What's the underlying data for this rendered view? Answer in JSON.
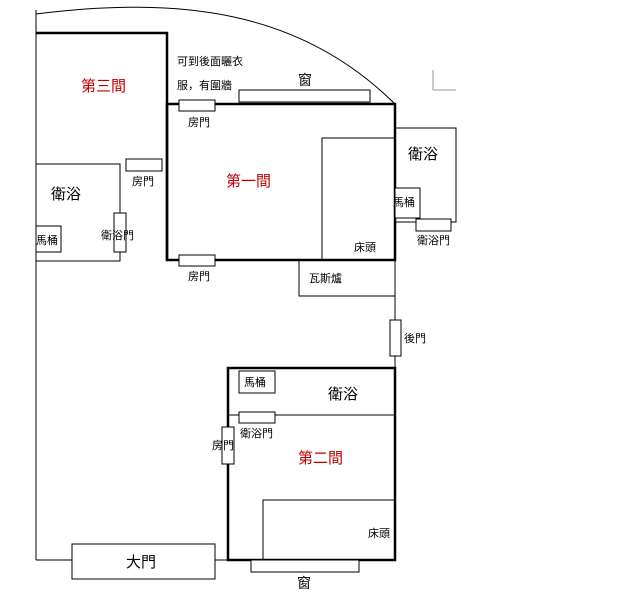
{
  "rooms": {
    "room_one": "第一間",
    "room_two": "第二間",
    "room_three": "第三間"
  },
  "labels": {
    "bathroom": "衛浴",
    "toilet": "馬桶",
    "bathroom_door": "衛浴門",
    "room_door": "房門",
    "bed_head": "床頭",
    "window": "窗",
    "gas_heater": "瓦斯爐",
    "back_door": "後門",
    "main_door": "大門"
  },
  "note": {
    "line1": "可到後面曬衣",
    "line2": "服，有圍牆"
  },
  "colors": {
    "room_label": "#c00000",
    "line": "#000000"
  }
}
